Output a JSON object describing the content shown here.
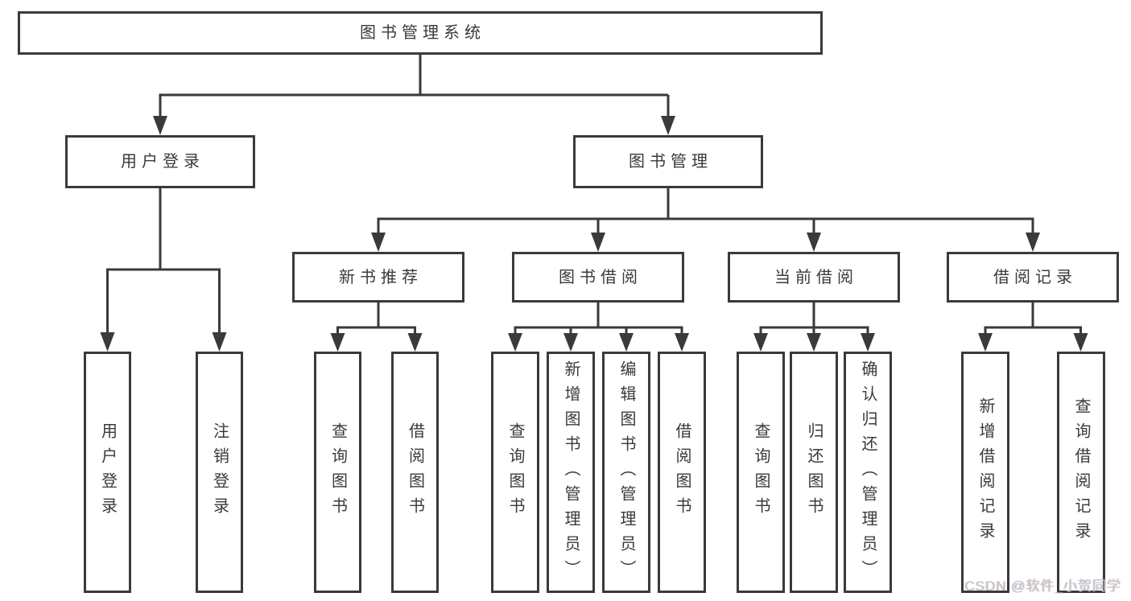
{
  "diagram": {
    "type": "tree",
    "tree": {
      "label": "图书管理系统",
      "children": [
        {
          "label": "用户登录",
          "children": [
            {
              "label": "用户登录"
            },
            {
              "label": "注销登录"
            }
          ]
        },
        {
          "label": "图书管理",
          "children": [
            {
              "label": "新书推荐",
              "children": [
                {
                  "label": "查询图书"
                },
                {
                  "label": "借阅图书"
                }
              ]
            },
            {
              "label": "图书借阅",
              "children": [
                {
                  "label": "查询图书"
                },
                {
                  "label": "新增图书（管理员）"
                },
                {
                  "label": "编辑图书（管理员）"
                },
                {
                  "label": "借阅图书"
                }
              ]
            },
            {
              "label": "当前借阅",
              "children": [
                {
                  "label": "查询图书"
                },
                {
                  "label": "归还图书"
                },
                {
                  "label": "确认归还（管理员）"
                }
              ]
            },
            {
              "label": "借阅记录",
              "children": [
                {
                  "label": "新增借阅记录"
                },
                {
                  "label": "查询借阅记录"
                }
              ]
            }
          ]
        }
      ]
    },
    "colors": {
      "background": "#ffffff",
      "line": "#3a3a3a",
      "text": "#3a3a3a",
      "box_fill": "#ffffff",
      "watermark_text_color": "#c3c3c3"
    }
  },
  "watermark": "CSDN @软件_小贺同学"
}
